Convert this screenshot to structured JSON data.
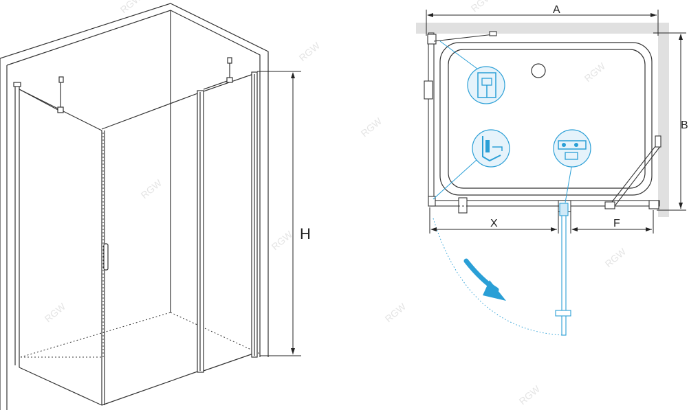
{
  "watermark": {
    "text": "RGW"
  },
  "perspective_view": {
    "dimension_label": "H"
  },
  "plan_view": {
    "dimension_labels": {
      "width": "A",
      "depth": "B",
      "door_offset": "X",
      "fixed_panel": "F"
    },
    "colors": {
      "line": "#333333",
      "accent": "#2a9fd6",
      "wall": "#e0e0e0"
    },
    "detail_icons": [
      "hinge-detail-icon",
      "seal-profile-detail-icon",
      "connector-detail-icon"
    ],
    "door_swing_arrow": "clockwise-arrow-icon"
  }
}
